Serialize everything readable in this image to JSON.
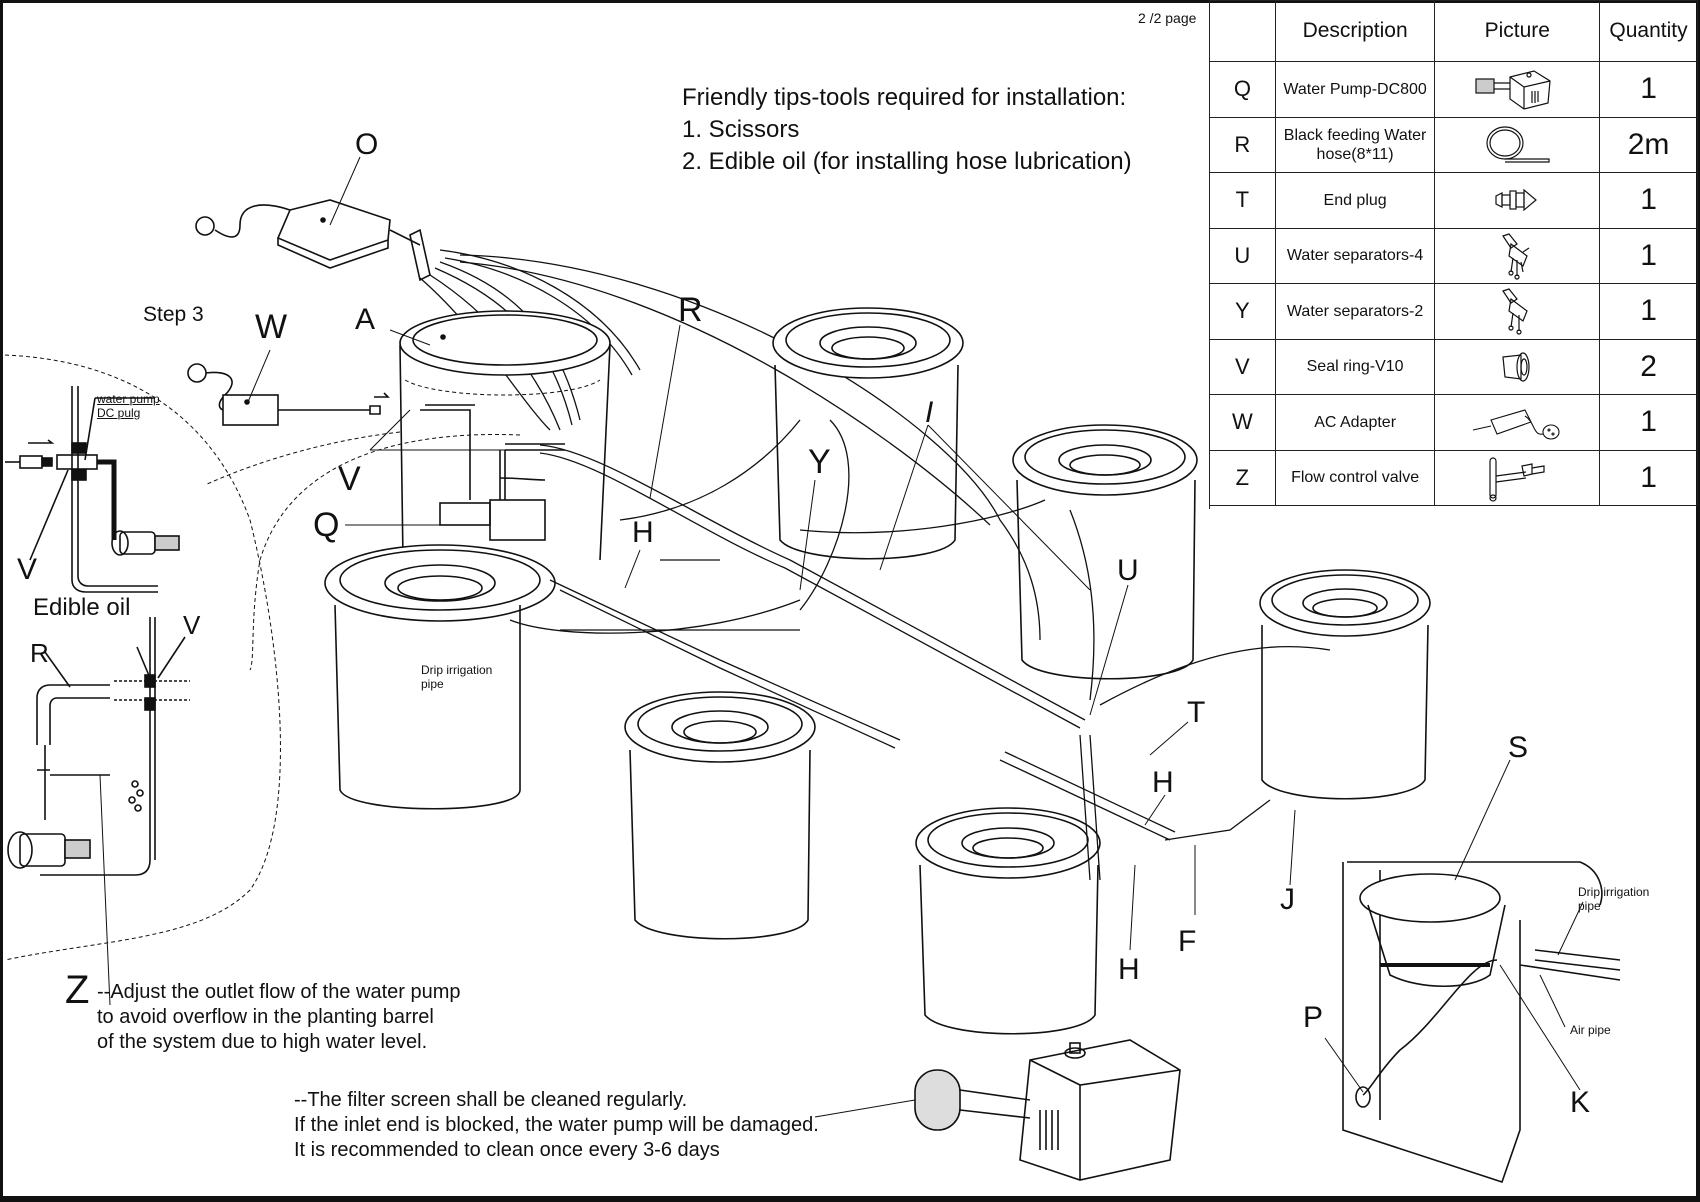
{
  "page_indicator": "2 /2 page",
  "tips": {
    "title": "Friendly tips-tools required for installation:",
    "items": [
      "1. Scissors",
      "2. Edible oil (for installing hose lubrication)"
    ]
  },
  "step_label": "Step 3",
  "parts_table": {
    "headers": [
      "",
      "Description",
      "Picture",
      "Quantity"
    ],
    "rows": [
      {
        "code": "Q",
        "description": "Water Pump-DC800",
        "picture": "water-pump-icon",
        "quantity": "1"
      },
      {
        "code": "R",
        "description": "Black feeding Water hose(8*11)",
        "picture": "hose-coil-icon",
        "quantity": "2m"
      },
      {
        "code": "T",
        "description": "End plug",
        "picture": "end-plug-icon",
        "quantity": "1"
      },
      {
        "code": "U",
        "description": "Water separators-4",
        "picture": "separator-4-icon",
        "quantity": "1"
      },
      {
        "code": "Y",
        "description": "Water separators-2",
        "picture": "separator-2-icon",
        "quantity": "1"
      },
      {
        "code": "V",
        "description": "Seal ring-V10",
        "picture": "seal-ring-icon",
        "quantity": "2"
      },
      {
        "code": "W",
        "description": "AC Adapter",
        "picture": "ac-adapter-icon",
        "quantity": "1"
      },
      {
        "code": "Z",
        "description": "Flow control valve",
        "picture": "flow-valve-icon",
        "quantity": "1"
      }
    ]
  },
  "callouts": {
    "O": "O",
    "A": "A",
    "W": "W",
    "R": "R",
    "V": "V",
    "Q": "Q",
    "H": "H",
    "Y": "Y",
    "I": "I",
    "U": "U",
    "T": "T",
    "S": "S",
    "J": "J",
    "F": "F",
    "P": "P",
    "K": "K",
    "Z": "Z"
  },
  "inset_labels": {
    "pump_plug": "water pump DC pulg",
    "edible_oil": "Edible oil",
    "drip_pipe_1": "Drip irrigation pipe",
    "drip_pipe_2": "Drip irrigation pipe",
    "air_pipe": "Air pipe"
  },
  "notes": {
    "z_note": [
      "--Adjust the outlet flow of the water pump",
      "to avoid overflow in the planting barrel",
      "of the system due to high water level."
    ],
    "filter_note": [
      "--The filter screen shall be cleaned regularly.",
      "If the inlet end is blocked, the water pump will be damaged.",
      "It is recommended to clean once every 3-6 days"
    ]
  }
}
